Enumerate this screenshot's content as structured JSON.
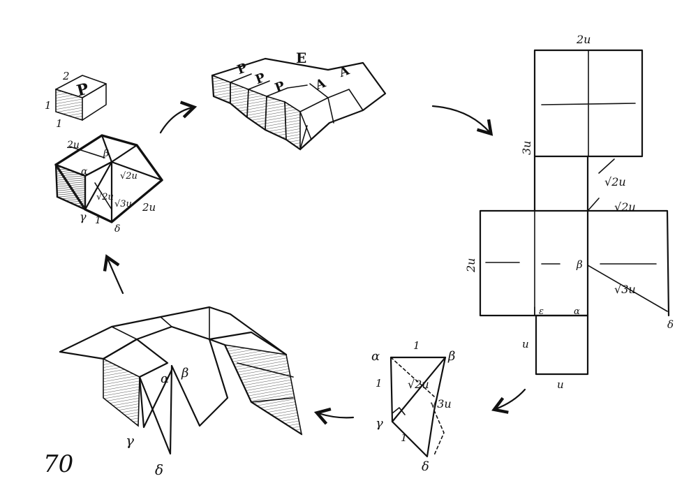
{
  "page_number": "70",
  "small_box": {
    "top_label": "2",
    "side_label": "1",
    "bottom_label": "1",
    "face_letter": "P"
  },
  "tent_model": {
    "labels": {
      "top_edge": "2u",
      "beta": "β",
      "alpha": "α",
      "root2": "√2u",
      "root3": "√3u",
      "right_edge": "2u",
      "gamma": "γ",
      "bottom_edge": "1",
      "delta": "δ"
    }
  },
  "row_model": {
    "title": "E",
    "faces": [
      "P",
      "P",
      "P",
      "A",
      "A"
    ]
  },
  "net": {
    "labels": {
      "top_width": "2u",
      "top_height": "3u",
      "root2_upper": "√2u",
      "root2_right": "√2u",
      "left_height": "2u",
      "beta": "β",
      "root3": "√3u",
      "delta": "δ",
      "epsilon": "ε",
      "alpha": "α",
      "small_height": "u",
      "small_width": "u"
    }
  },
  "triangle": {
    "labels": {
      "alpha": "α",
      "top": "1",
      "beta": "β",
      "left": "1",
      "root2": "√2u",
      "root3": "√3u",
      "gamma": "γ",
      "bottom": "1",
      "delta": "δ"
    }
  },
  "roof_model": {
    "labels": {
      "alpha": "α",
      "beta": "β",
      "gamma": "γ",
      "delta": "δ"
    }
  }
}
